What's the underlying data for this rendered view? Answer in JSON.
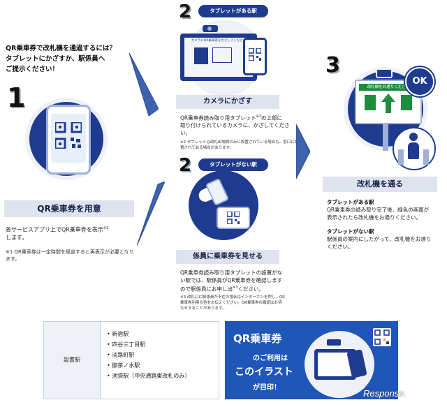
{
  "intro": {
    "line1": "QR乗車券で改札機を通過するには？",
    "line2": "タブレットにかざすか、駅係員へ",
    "line3": "ご提示ください！"
  },
  "step1": {
    "number": "1",
    "title": "QR乗車券を用意",
    "desc1": "各サービスアプリ上でQR乗車券を表示",
    "desc1_note_mark": "※1",
    "desc2": "します。",
    "note1": "※1 QR乗車券は一定時間を経過すると再表示が必要となり",
    "note2": "ます。"
  },
  "step2a": {
    "number": "2",
    "pill": "タブレットがある駅",
    "screen_text": "カメラにQR乗車券をかざしてください",
    "title": "カメラにかざす",
    "desc1": "QR乗車券読み取り用タブレット",
    "desc1_mark": "※2",
    "desc1b": "の上部に",
    "desc2": "取り付けられているカメラに、かざしてくださ",
    "desc3": "い。",
    "note1": "※2 タブレットは改札出場側のみに設置されている場合も。窓口に設",
    "note2": "置されてある場合があります。"
  },
  "step2b": {
    "number": "2",
    "pill": "タブレットがない駅",
    "title": "係員に乗車券を見せる",
    "desc1": "QR乗車券読み取り用タブレットの設置がな",
    "desc2": "い駅では、駅係員がQR乗車券を確認します",
    "desc3": "ので駅係員にお申し出",
    "desc3_mark": "※3",
    "desc3b": "ください。",
    "note1": "※3 改札口に駅係員が不在の場合はインターホンを押し、QR",
    "note2": "乗車券利用の旨をお伝えください。QR乗車券の確認はお待",
    "note3": "ちせすることがあります。"
  },
  "step3": {
    "number": "3",
    "ok": "OK",
    "gate_banner": "改札機をお通りください",
    "title": "改札機を通る",
    "sub1_heading": "タブレットがある駅",
    "sub1_l1": "QR乗車券の読み取り完了後、緑色の画面が",
    "sub1_l2": "表示されたら改札機をお通りください。",
    "sub2_heading": "タブレットがない駅",
    "sub2_l1": "駅係員の案内にしたがって、改札機をお通り",
    "sub2_l2": "ください。"
  },
  "stations": {
    "label": "設置駅",
    "items": [
      "新宿駅",
      "四谷三丁目駅",
      "淡路町駅",
      "御茶ノ水駅",
      "池袋駅（中央通路東改札のみ）"
    ]
  },
  "banner": {
    "title": "QR乗車券",
    "line1": "のご利用は",
    "line2": "このイラスト",
    "line3": "が目印！"
  },
  "watermark": "Response."
}
